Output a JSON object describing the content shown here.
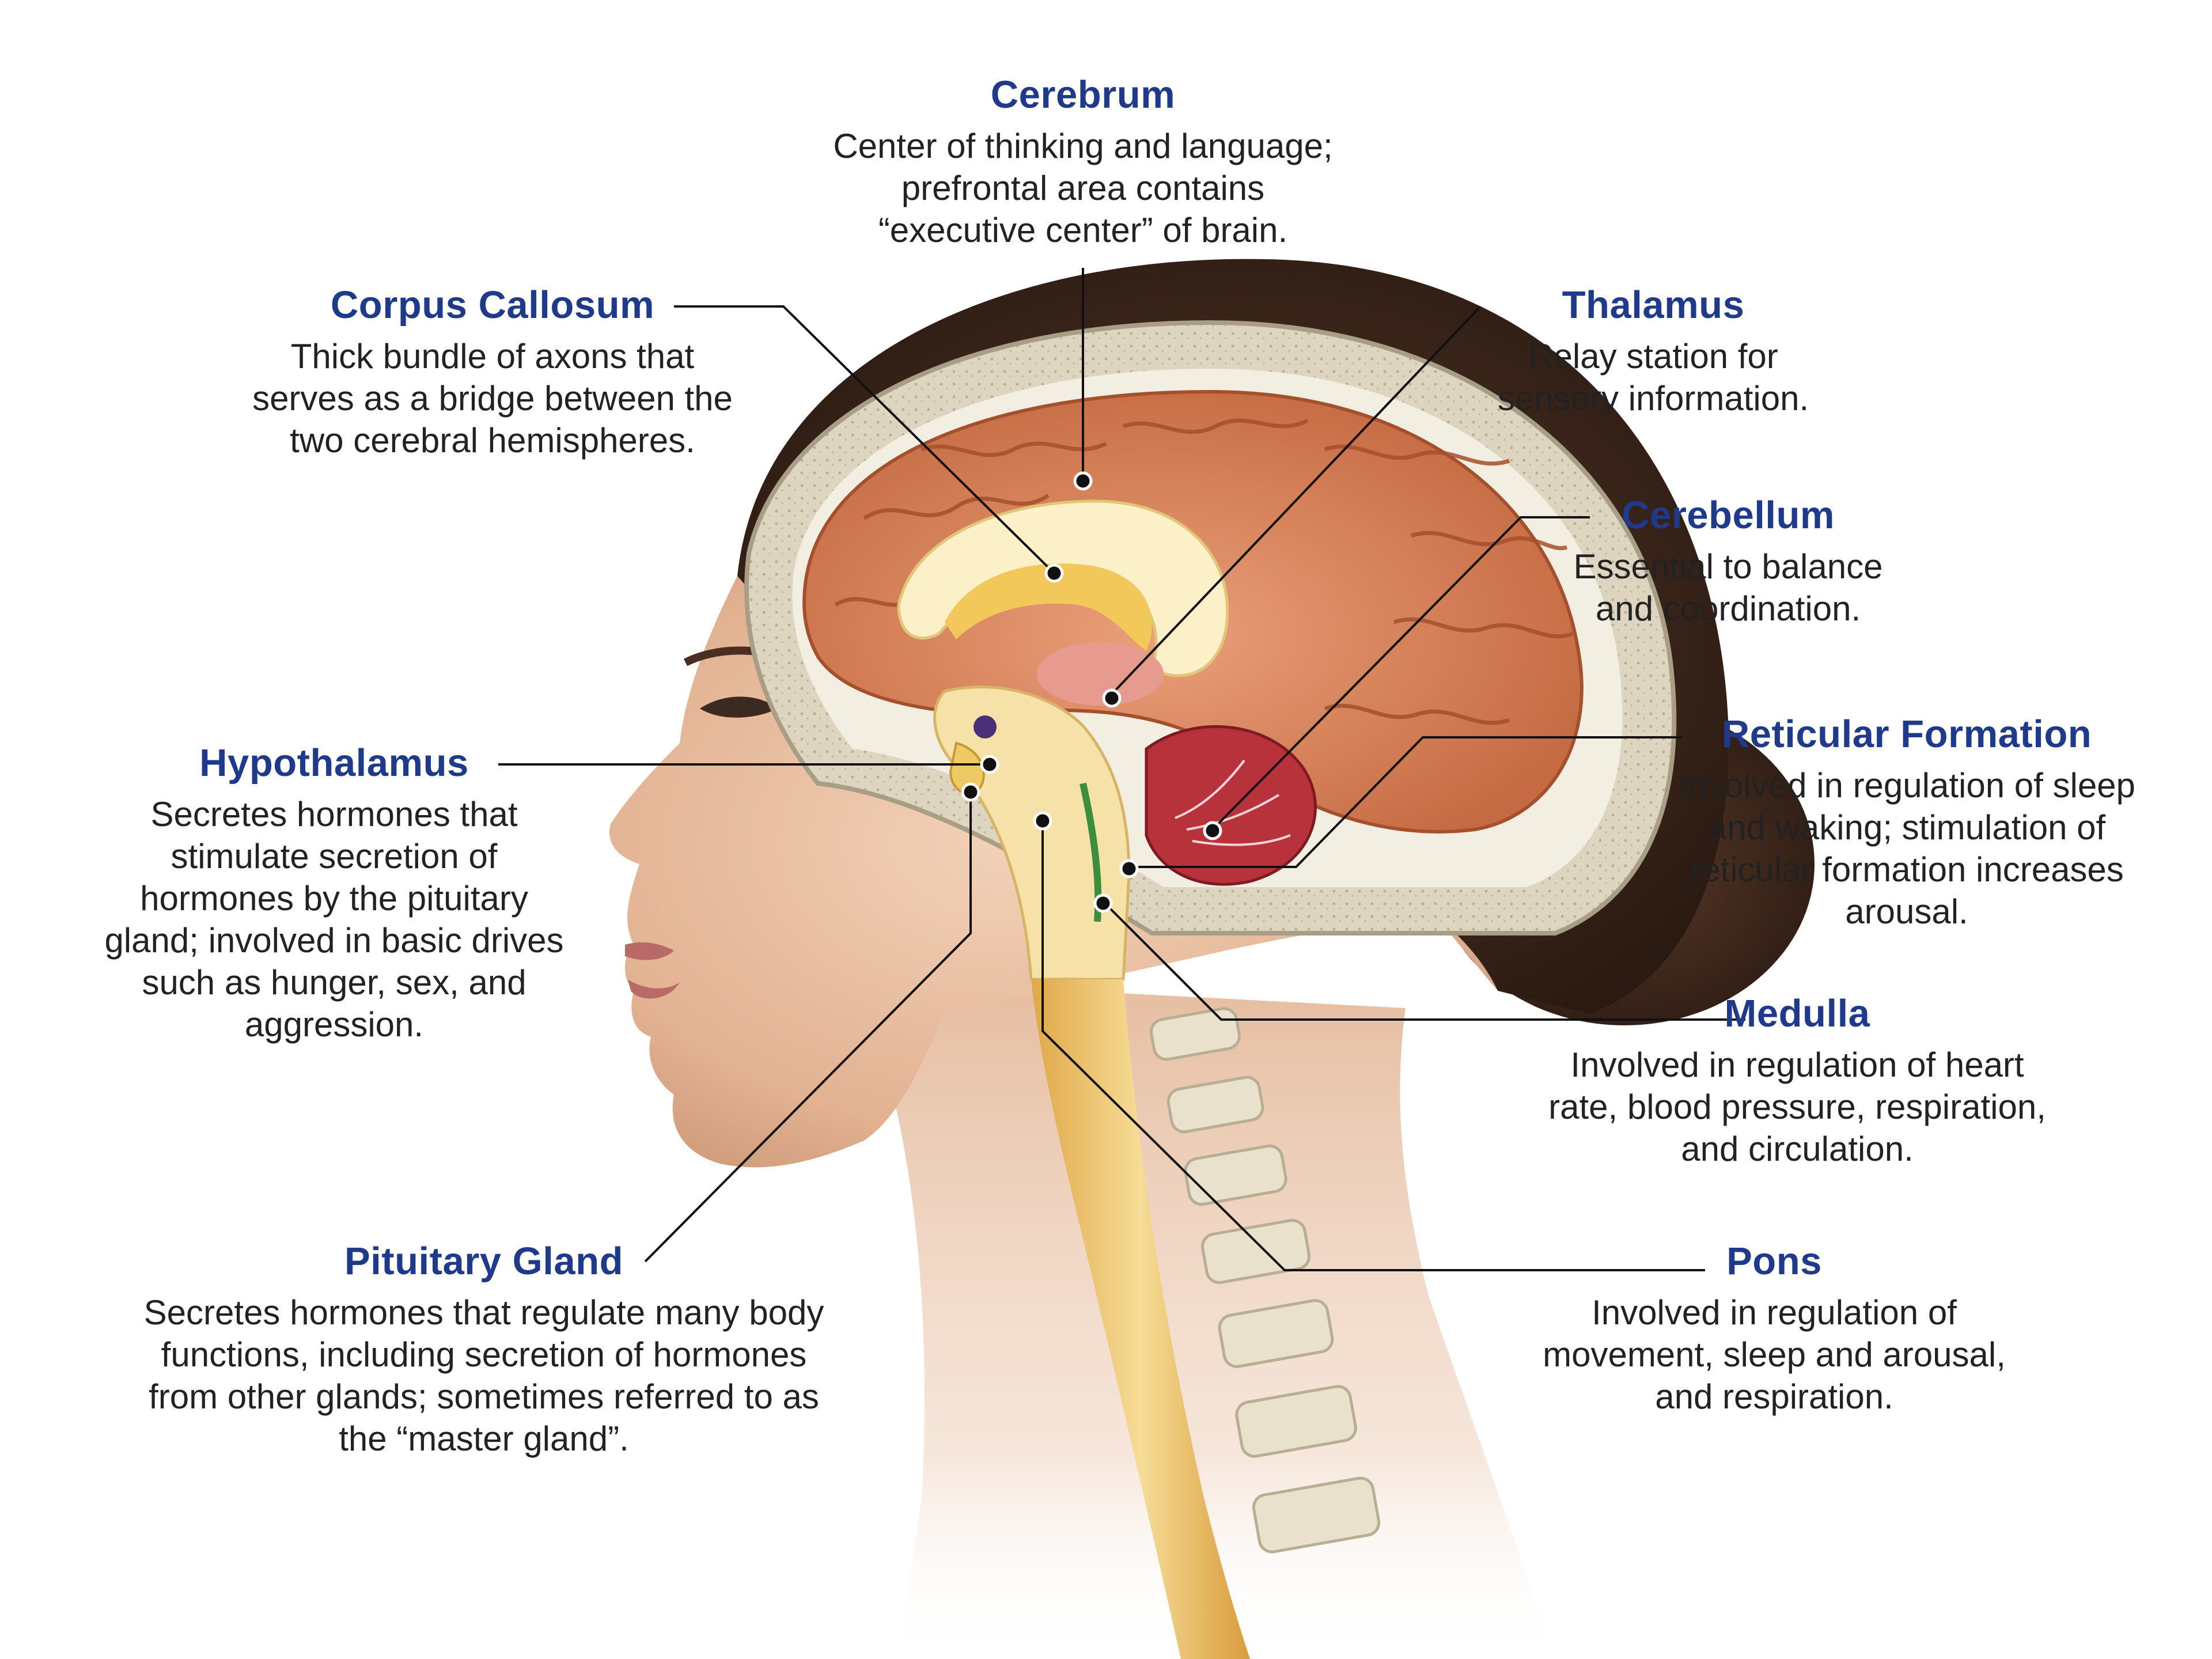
{
  "colors": {
    "title": "#1f3a8a",
    "text": "#222222",
    "skin": "#e7c0a4",
    "hair": "#3a2419",
    "skull": "#ddd5bf",
    "cerebrum": "#d9865a",
    "cerebellum": "#b8323c",
    "stem": "#efd28a",
    "spinal_cord": "#e8b558"
  },
  "labels": {
    "cerebrum": {
      "title": "Cerebrum",
      "desc": "Center of thinking and language;\nprefrontal area contains\n“executive center” of brain."
    },
    "corpus_callosum": {
      "title": "Corpus Callosum",
      "desc": "Thick bundle of axons that\nserves as a bridge between the\ntwo cerebral hemispheres."
    },
    "thalamus": {
      "title": "Thalamus",
      "desc": "Relay station for\nsensory information."
    },
    "cerebellum": {
      "title": "Cerebellum",
      "desc": "Essential to balance\nand coordination."
    },
    "reticular_formation": {
      "title": "Reticular Formation",
      "desc": "Involved in regulation of sleep\nand waking; stimulation of\nreticular formation increases\narousal."
    },
    "hypothalamus": {
      "title": "Hypothalamus",
      "desc": "Secretes hormones that\nstimulate secretion of\nhormones by the pituitary\ngland; involved in basic drives\nsuch as hunger, sex, and\naggression."
    },
    "medulla": {
      "title": "Medulla",
      "desc": "Involved in regulation of heart\nrate, blood pressure, respiration,\nand circulation."
    },
    "pituitary_gland": {
      "title": "Pituitary Gland",
      "desc": "Secretes hormones that regulate many body\nfunctions, including secretion of hormones\nfrom other glands; sometimes referred to as\nthe “master gland”."
    },
    "pons": {
      "title": "Pons",
      "desc": "Involved in regulation of\nmovement, sleep and arousal,\nand respiration."
    }
  }
}
